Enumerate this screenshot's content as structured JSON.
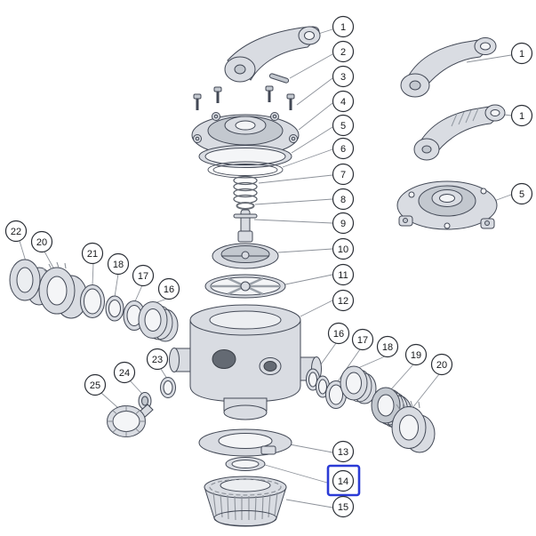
{
  "diagram": {
    "type": "exploded-parts-diagram",
    "highlighted_callout": "14"
  },
  "colors": {
    "highlight": "#2b3bd6",
    "part_fill": "#d9dce2",
    "part_outline": "#434956",
    "leader_line": "#8d929a",
    "callout_border": "#2b2f36",
    "callout_text": "#15171a",
    "background": "#ffffff"
  },
  "callouts": [
    {
      "label": "1"
    },
    {
      "label": "2"
    },
    {
      "label": "3"
    },
    {
      "label": "4"
    },
    {
      "label": "5"
    },
    {
      "label": "6"
    },
    {
      "label": "7"
    },
    {
      "label": "8"
    },
    {
      "label": "9"
    },
    {
      "label": "10"
    },
    {
      "label": "11"
    },
    {
      "label": "12"
    },
    {
      "label": "1"
    },
    {
      "label": "1"
    },
    {
      "label": "5"
    },
    {
      "label": "22"
    },
    {
      "label": "20"
    },
    {
      "label": "21"
    },
    {
      "label": "18"
    },
    {
      "label": "17"
    },
    {
      "label": "16"
    },
    {
      "label": "16"
    },
    {
      "label": "17"
    },
    {
      "label": "18"
    },
    {
      "label": "19"
    },
    {
      "label": "20"
    },
    {
      "label": "25"
    },
    {
      "label": "24"
    },
    {
      "label": "23"
    },
    {
      "label": "13"
    },
    {
      "label": "14",
      "highlighted": true
    },
    {
      "label": "15"
    }
  ]
}
